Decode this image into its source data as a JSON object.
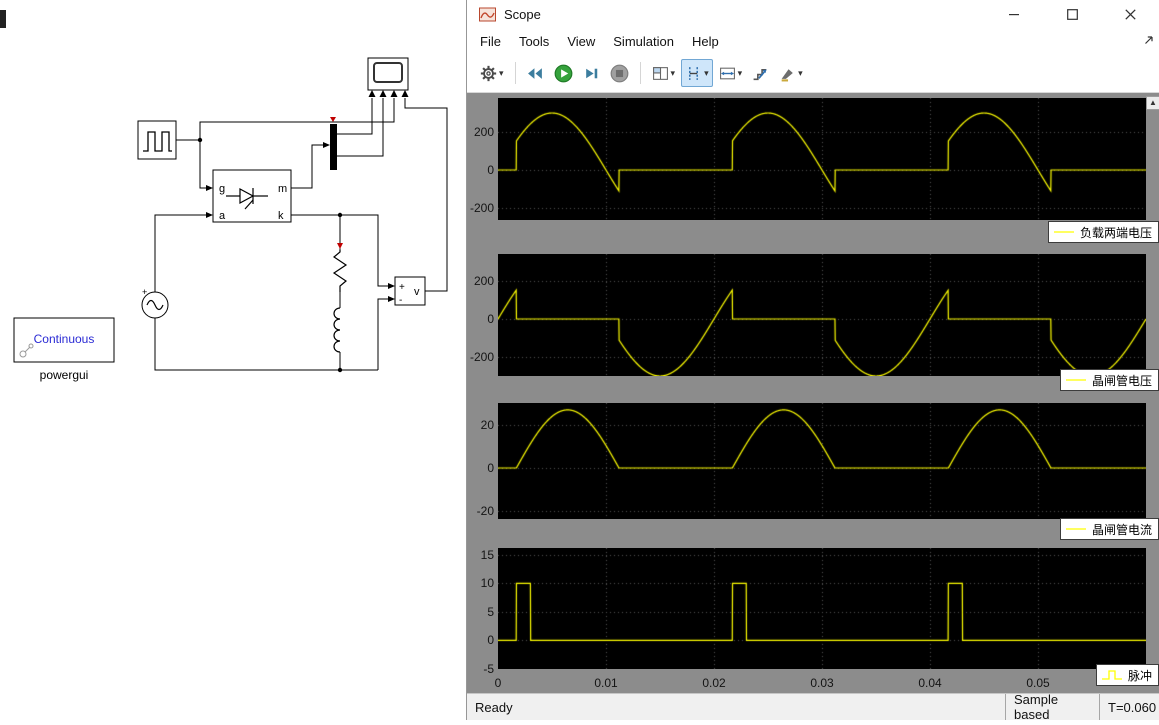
{
  "scope_window": {
    "title": "Scope",
    "menu_items": [
      "File",
      "Tools",
      "View",
      "Simulation",
      "Help"
    ],
    "toolbar_icons": [
      "settings",
      "step-back",
      "run",
      "step-forward",
      "stop",
      "layout",
      "cursor-measurements",
      "span-x",
      "signal-step",
      "highlight"
    ],
    "status_bar": {
      "state": "Ready",
      "sample_mode": "Sample based",
      "time": "T=0.060"
    }
  },
  "model": {
    "powergui": {
      "mode_label": "Continuous",
      "name_label": "powergui"
    },
    "thyristor_ports": {
      "g": "g",
      "a": "a",
      "k": "k",
      "m": "m"
    },
    "voltage_measurement": {
      "plus": "+",
      "minus": "-",
      "label": "v"
    },
    "ac_source": {
      "plus": "+"
    }
  },
  "chart_data": [
    {
      "type": "line",
      "legend": "负载两端电压",
      "color": "#ffff00",
      "xlim": [
        0,
        0.06
      ],
      "ylim": [
        -263,
        379
      ],
      "yticks": [
        200,
        0,
        -200
      ],
      "xticks": [
        0,
        0.01,
        0.02,
        0.03,
        0.04,
        0.05
      ],
      "grid": true,
      "legend_top": 128,
      "legend_sample": "line",
      "show_xticklabels": false,
      "signal": {
        "kind": "scr_load_voltage",
        "amplitude": 300,
        "frequency": 50,
        "firing_time": 0.0017,
        "extinction_time": 0.0112
      }
    },
    {
      "type": "line",
      "legend": "晶闸管电压",
      "color": "#ffff00",
      "xlim": [
        0,
        0.06
      ],
      "ylim": [
        -300,
        342
      ],
      "yticks": [
        200,
        0,
        -200
      ],
      "xticks": [
        0,
        0.01,
        0.02,
        0.03,
        0.04,
        0.05
      ],
      "grid": true,
      "legend_top": 276,
      "legend_sample": "line",
      "show_xticklabels": false,
      "signal": {
        "kind": "scr_device_voltage",
        "amplitude": 300,
        "frequency": 50,
        "firing_time": 0.0017,
        "extinction_time": 0.0112
      }
    },
    {
      "type": "line",
      "legend": "晶闸管电流",
      "color": "#ffff00",
      "xlim": [
        0,
        0.06
      ],
      "ylim": [
        -23.7,
        30.2
      ],
      "yticks": [
        20,
        0,
        -20
      ],
      "xticks": [
        0,
        0.01,
        0.02,
        0.03,
        0.04,
        0.05
      ],
      "grid": true,
      "legend_top": 425,
      "legend_sample": "line",
      "show_xticklabels": false,
      "signal": {
        "kind": "scr_current",
        "amplitude": 27,
        "frequency": 50,
        "firing_time": 0.0017,
        "extinction_time": 0.0112
      }
    },
    {
      "type": "line",
      "legend": "脉冲",
      "color": "#ffff00",
      "xlim": [
        0,
        0.06
      ],
      "ylim": [
        -5,
        16.2
      ],
      "yticks": [
        15,
        10,
        5,
        0,
        -5
      ],
      "xticks": [
        0,
        0.01,
        0.02,
        0.03,
        0.04,
        0.05
      ],
      "grid": true,
      "legend_top": 571,
      "legend_sample": "step",
      "show_xticklabels": true,
      "signal": {
        "kind": "pulse",
        "amplitude": 10,
        "frequency": 50,
        "firing_time": 0.0017,
        "pulse_width": 0.0013
      }
    }
  ]
}
